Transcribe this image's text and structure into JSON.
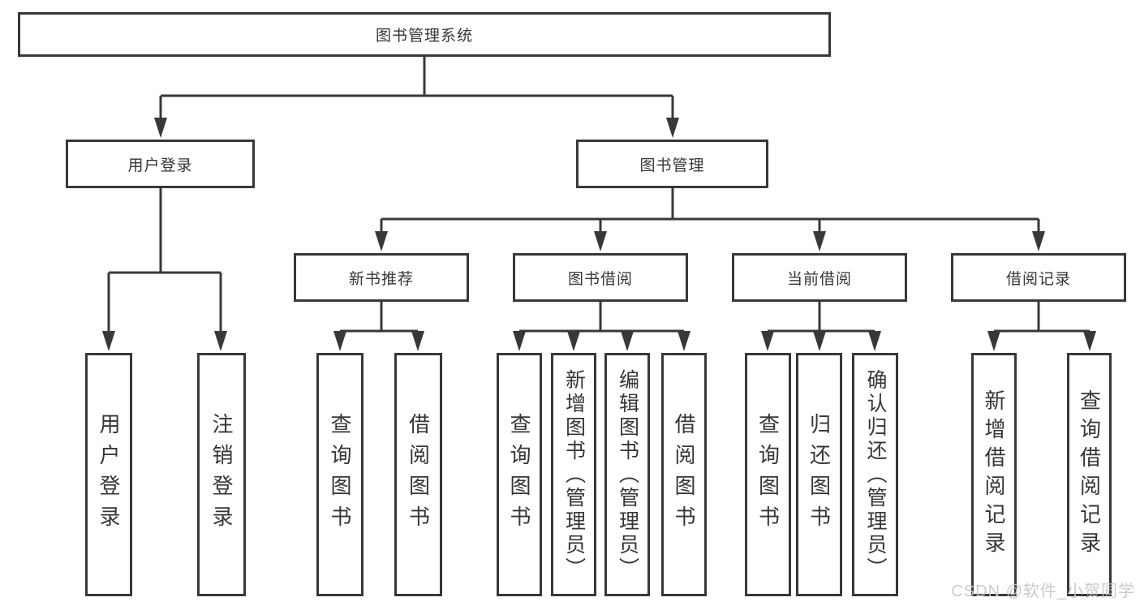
{
  "title": {
    "label": "图书管理系统"
  },
  "modules": [
    {
      "label": "用户登录"
    },
    {
      "label": "图书管理"
    }
  ],
  "submodules": [
    {
      "label": "新书推荐"
    },
    {
      "label": "图书借阅"
    },
    {
      "label": "当前借阅"
    },
    {
      "label": "借阅记录"
    }
  ],
  "functions": [
    {
      "label": "用户登录"
    },
    {
      "label": "注销登录"
    },
    {
      "label": "查询图书"
    },
    {
      "label": "借阅图书"
    },
    {
      "label": "查询图书"
    },
    {
      "label": "新增图书（管理员）"
    },
    {
      "label": "编辑图书（管理员）"
    },
    {
      "label": "借阅图书"
    },
    {
      "label": "查询图书"
    },
    {
      "label": "归还图书"
    },
    {
      "label": "确认归还（管理员）"
    },
    {
      "label": "新增借阅记录"
    },
    {
      "label": "查询借阅记录"
    }
  ],
  "watermark": {
    "text": "CSDN @软件_小贺同学"
  },
  "colors": {
    "line": "#383838",
    "text": "#363636",
    "watermark": "#c6c6c6",
    "box_background": "#ffffff"
  }
}
